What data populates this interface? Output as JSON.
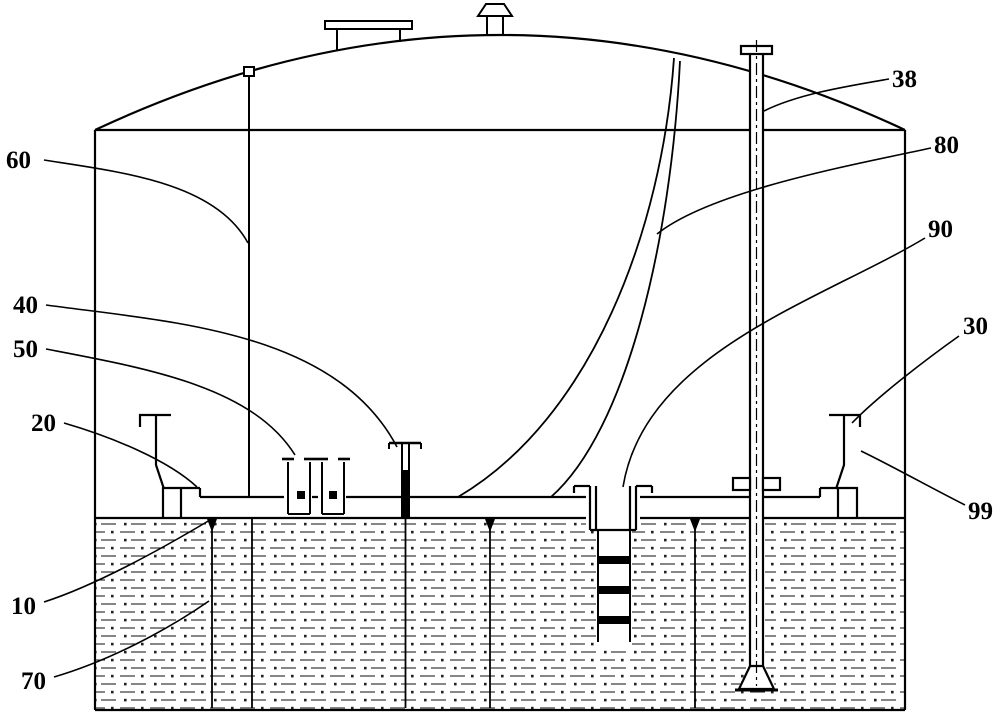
{
  "figure": {
    "background_color": "#ffffff",
    "line_color": "#000000",
    "labels": {
      "n38": "38",
      "n80": "80",
      "n90": "90",
      "n30": "30",
      "n99": "99",
      "n60": "60",
      "n40": "40",
      "n50": "50",
      "n20": "20",
      "n10": "10",
      "n70": "70"
    }
  }
}
